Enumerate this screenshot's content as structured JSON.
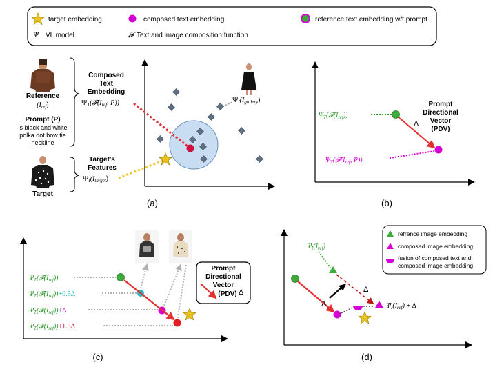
{
  "legend": {
    "target_embedding": "target embedding",
    "composed_text_embedding": "composed text embedding",
    "reference_text_embedding": "reference text embedding w/t prompt",
    "vl_symbol": "Ψ",
    "vl_model": "VL model",
    "f_symbol": "𝓕",
    "composition_function": "Text and image composition function"
  },
  "panel_a": {
    "caption": "(a)",
    "reference_label": "Reference",
    "reference_math": "(I",
    "reference_math_sub": "ref",
    "prompt_label": "Prompt (P)",
    "prompt_lines": [
      "is black and white",
      "polka dot bow tie",
      "neckline"
    ],
    "target_label": "Target",
    "composed_title": [
      "Composed",
      "Text",
      "Embedding"
    ],
    "composed_formula": "Ψ",
    "targets_features": [
      "Target's",
      "Features"
    ],
    "gallery_formula": "Ψ",
    "target_formula": "Ψ"
  },
  "panel_b": {
    "caption": "(b)",
    "pdv_title": [
      "Prompt",
      "Directional",
      "Vector",
      "(PDV)"
    ],
    "delta": "Δ"
  },
  "panel_c": {
    "caption": "(c)",
    "offsets": [
      "+0.5Δ",
      "+Δ",
      "+1.3Δ"
    ],
    "pdv_box": [
      "Prompt",
      "Directional",
      "Vector",
      "(PDV)"
    ],
    "delta": "Δ"
  },
  "panel_d": {
    "caption": "(d)",
    "legend_ref_image": "refrence image embedding",
    "legend_composed_image": "composed image embedding",
    "legend_fusion": [
      "fusion of composed text and",
      "composed image embedding"
    ],
    "delta_1": "Δ",
    "delta_2": "Δ",
    "result_plus": "+ Δ"
  },
  "colors": {
    "green_text": "#2e9a2e",
    "magenta": "#d400d4",
    "red_arrow": "#e53030",
    "cyan": "#2ab8c8",
    "diamond": "#607080",
    "yellow_star": "#e8c020",
    "crimson": "#d01040"
  }
}
